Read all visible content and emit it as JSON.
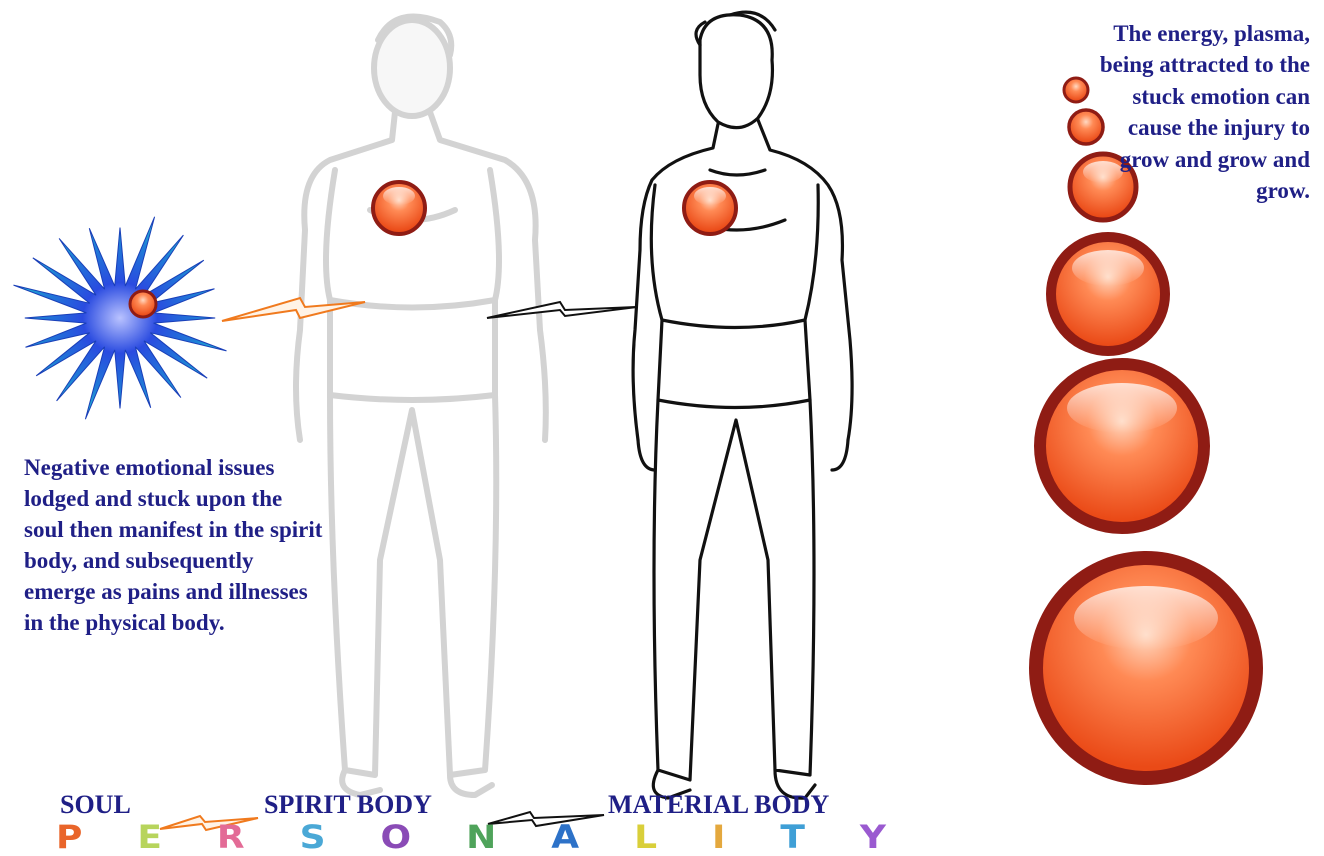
{
  "left_caption": "Negative emotional issues lodged and stuck upon the soul then manifest in the spirit body, and subsequently emerge as pains and illnesses in the physical body.",
  "right_caption": "The energy, plasma, being attracted  to the stuck emotion can cause the injury to grow and grow and grow.",
  "labels": {
    "soul": "SOUL",
    "spirit_body": "SPIRIT BODY",
    "material_body": "MATERIAL BODY"
  },
  "personality": {
    "word": "PERSONALITY",
    "letters": [
      "P",
      "E",
      "R",
      "S",
      "O",
      "N",
      "A",
      "L",
      "I",
      "T",
      "Y"
    ],
    "colors": [
      "#e9652a",
      "#b7d45c",
      "#e36b96",
      "#4aa8d6",
      "#8a4bb6",
      "#4fa35b",
      "#2d72c8",
      "#d9cf3a",
      "#e4a83e",
      "#3f9fd6",
      "#9a5ad0"
    ]
  },
  "colors": {
    "text": "#1f1f86",
    "orb": "#ef5a25",
    "orb_rim": "#8f1c14",
    "spirit_figure": "#d0d0d0",
    "material_figure": "#000000",
    "soul_star": "#2b4fd8",
    "soul_link": "#f07a1e"
  }
}
